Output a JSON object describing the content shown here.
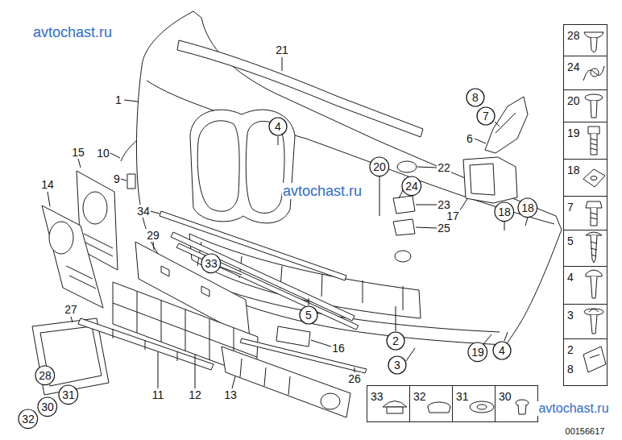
{
  "diagram": {
    "nodes": [
      {
        "text": [
          "28"
        ]
      },
      {
        "text": [
          "24"
        ]
      },
      {
        "text": [
          "20"
        ]
      },
      {
        "text": [
          "19"
        ]
      },
      {
        "text": [
          "18"
        ]
      },
      {
        "text": [
          "7"
        ]
      },
      {
        "text": [
          "5"
        ]
      },
      {
        "text": [
          "4"
        ]
      },
      {
        "text": [
          "3"
        ]
      },
      {
        "text": [
          "2",
          "8"
        ]
      },
      {
        "text": [
          "8"
        ]
      },
      {
        "text": [
          "7"
        ]
      },
      {
        "text": [
          "4"
        ]
      },
      {
        "text": [
          "20"
        ]
      },
      {
        "text": [
          "24"
        ]
      },
      {
        "text": [
          "18"
        ]
      },
      {
        "text": [
          "18"
        ]
      },
      {
        "text": [
          "33"
        ]
      },
      {
        "text": [
          "5"
        ]
      },
      {
        "text": [
          "2"
        ]
      },
      {
        "text": [
          "19"
        ]
      },
      {
        "text": [
          "4"
        ]
      },
      {
        "text": [
          "3"
        ]
      },
      {
        "text": [
          "28"
        ]
      },
      {
        "text": [
          "31"
        ]
      },
      {
        "text": [
          "30"
        ]
      },
      {
        "text": [
          "32"
        ]
      },
      {
        "text": [
          "33"
        ]
      },
      {
        "text": [
          "32"
        ]
      },
      {
        "text": [
          "31"
        ]
      },
      {
        "text": [
          "30"
        ]
      }
    ],
    "labels": [
      "avtochast.ru",
      "1",
      "21",
      "10",
      "9",
      "15",
      "14",
      "34",
      "29",
      "27",
      "11",
      "12",
      "13",
      "16",
      "26",
      "22",
      "23",
      "25",
      "6",
      "17",
      "avtochast.ru",
      "avtochast.ru",
      "00156617"
    ]
  }
}
